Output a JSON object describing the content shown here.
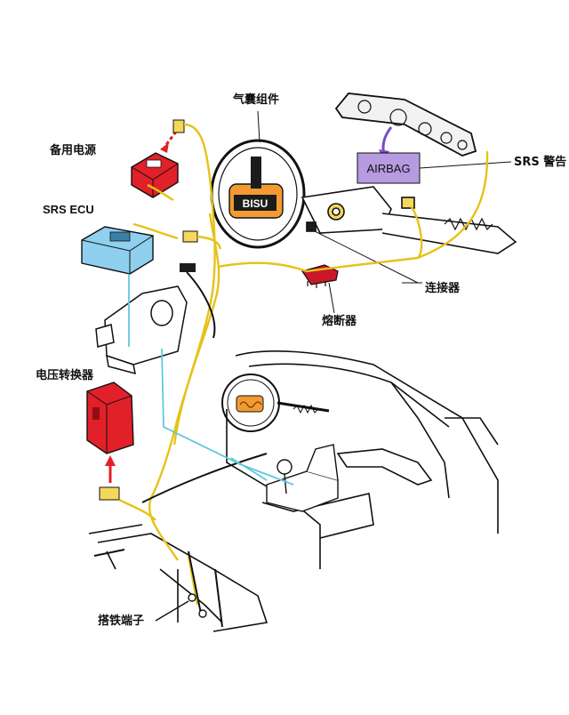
{
  "labels": {
    "airbag_module": "气囊组件",
    "backup_power": "备用电源",
    "srs_ecu": "SRS ECU",
    "srs_warning": "SRS 警告",
    "connector": "连接器",
    "fuse": "熔断器",
    "voltage_converter": "电压转换器",
    "ground_terminal": "搭铁端子"
  },
  "cluster_display": "AIRBAG",
  "hub_text": "BISU",
  "colors": {
    "wire": "#e6c21a",
    "signal": "#5fc9dd",
    "backup_power": "#e2202a",
    "ecu": "#8fd0ee",
    "airbag_hub": "#f39a33",
    "warning_box": "#b69be0",
    "fuse": "#c8182a"
  }
}
